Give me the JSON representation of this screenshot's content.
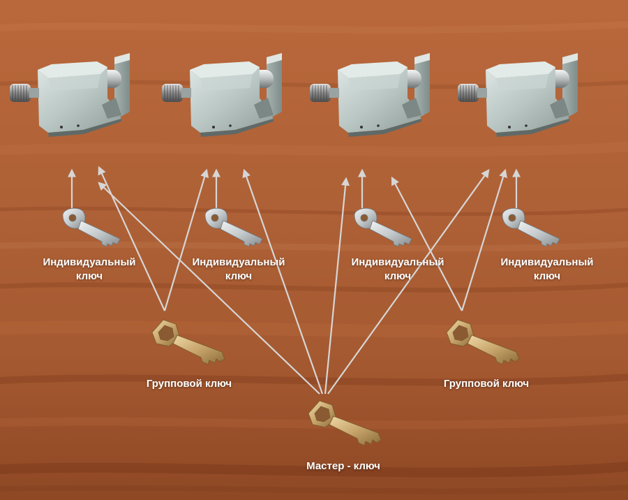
{
  "diagram": {
    "padlocks": [
      {
        "id": "padlock-1"
      },
      {
        "id": "padlock-2"
      },
      {
        "id": "padlock-3"
      },
      {
        "id": "padlock-4"
      }
    ],
    "individual_keys": [
      {
        "line1": "Индивидуальный",
        "line2": "ключ"
      },
      {
        "line1": "Индивидуальный",
        "line2": "ключ"
      },
      {
        "line1": "Индивидуальный",
        "line2": "ключ"
      },
      {
        "line1": "Индивидуальный",
        "line2": "ключ"
      }
    ],
    "group_keys": [
      {
        "label": "Групповой ключ",
        "opens": [
          "padlock-1",
          "padlock-2"
        ]
      },
      {
        "label": "Групповой ключ",
        "opens": [
          "padlock-3",
          "padlock-4"
        ]
      }
    ],
    "master_key": {
      "label": "Мастер - ключ",
      "opens": [
        "padlock-1",
        "padlock-2",
        "padlock-3",
        "padlock-4"
      ]
    },
    "colors": {
      "wood_light": "#b9683b",
      "wood_mid": "#a0532b",
      "wood_dark": "#7d3a1c",
      "arrow": "#d6d6d6",
      "lock_body": "#b9c6c3",
      "key_silver": "#c9cdcf",
      "key_brass": "#c7a46a",
      "label_text": "#ffffff"
    }
  }
}
